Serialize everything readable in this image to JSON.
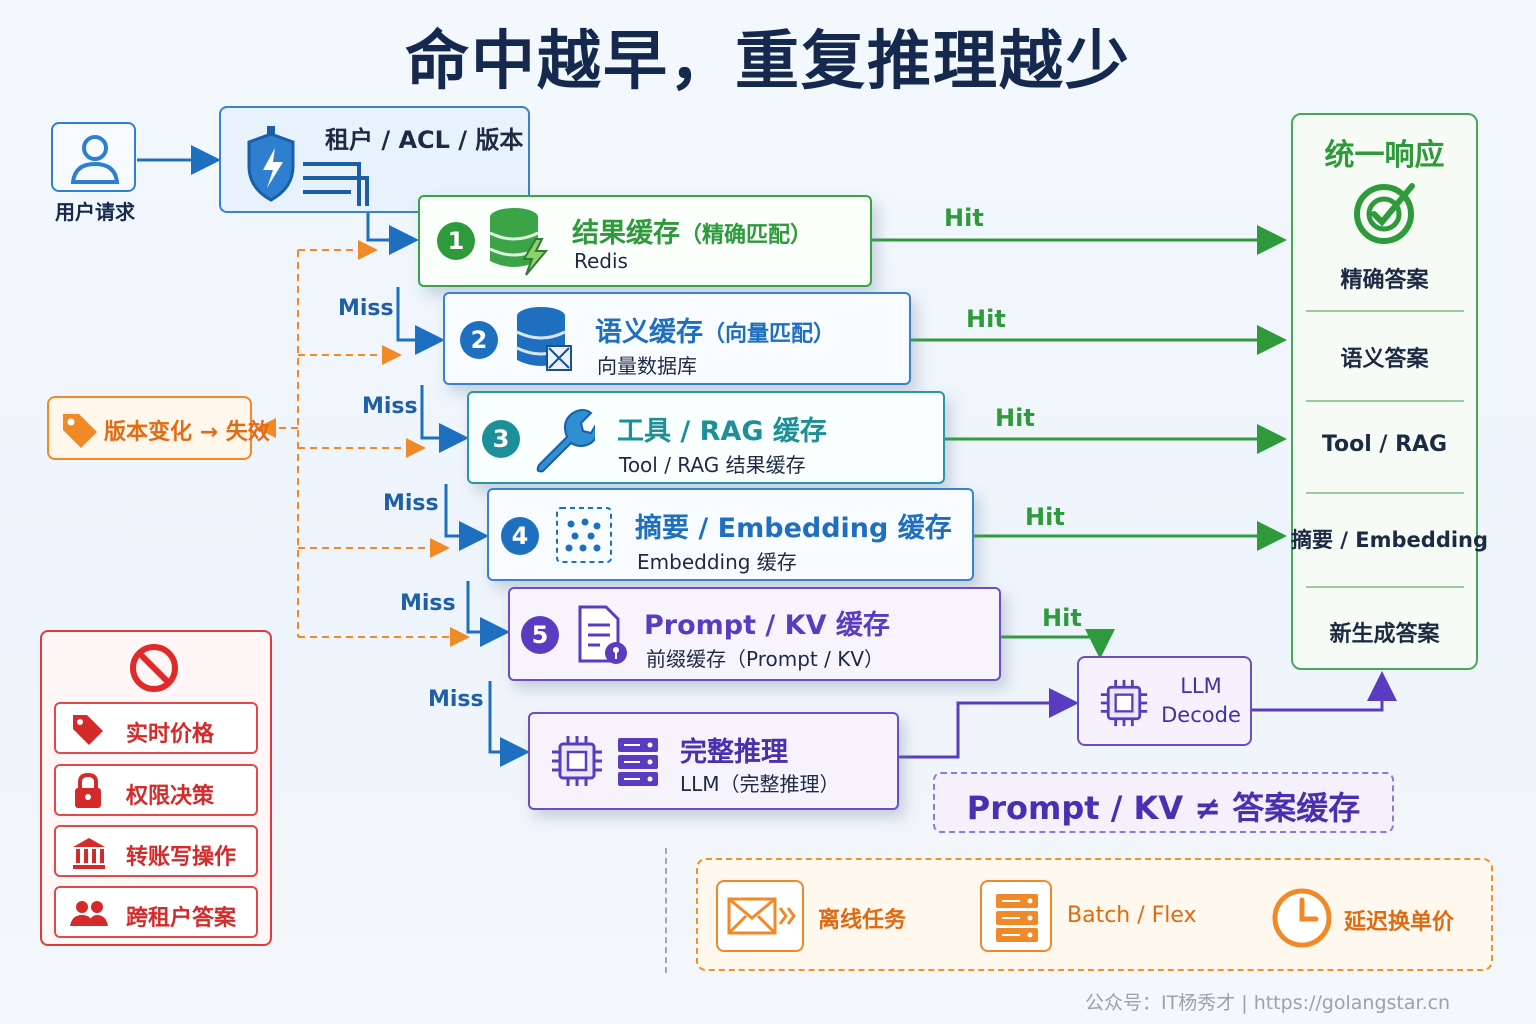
{
  "title": "命中越早，重复推理越少",
  "user": {
    "label": "用户请求"
  },
  "acl": {
    "label": "租户 / ACL / 版本"
  },
  "tiers": [
    {
      "num": "1",
      "title": "结果缓存",
      "title_note": "（精确匹配）",
      "sub": "Redis",
      "color": "#2f9a3c"
    },
    {
      "num": "2",
      "title": "语义缓存",
      "title_note": "（向量匹配）",
      "sub": "向量数据库",
      "color": "#1f6fc0"
    },
    {
      "num": "3",
      "title": "工具 / RAG 缓存",
      "title_note": "",
      "sub": "Tool / RAG 结果缓存",
      "color": "#1d8f98"
    },
    {
      "num": "4",
      "title": "摘要 / Embedding 缓存",
      "title_note": "",
      "sub": "Embedding 缓存",
      "color": "#1f6fc0"
    },
    {
      "num": "5",
      "title": "Prompt / KV 缓存",
      "title_note": "",
      "sub": "前缀缓存（Prompt / KV）",
      "color": "#5a3cc0"
    },
    {
      "num": "",
      "title": "完整推理",
      "title_note": "",
      "sub": "LLM（完整推理）",
      "color": "#4a2fb0"
    }
  ],
  "miss_label": "Miss",
  "hit_label": "Hit",
  "response": {
    "title": "统一响应",
    "items": [
      "精确答案",
      "语义答案",
      "Tool / RAG",
      "摘要 / Embedding",
      "新生成答案"
    ]
  },
  "version_invalidation": "版本变化 → 失效",
  "forbidden": {
    "icon": "no-entry-icon",
    "items": [
      "实时价格",
      "权限决策",
      "转账写操作",
      "跨租户答案"
    ]
  },
  "llm_decode": {
    "line1": "LLM",
    "line2": "Decode"
  },
  "note": "Prompt / KV ≠ 答案缓存",
  "offline": {
    "items": [
      "离线任务",
      "Batch / Flex",
      "延迟换单价"
    ]
  },
  "footer": "公众号：IT杨秀才  |  https://golangstar.cn"
}
